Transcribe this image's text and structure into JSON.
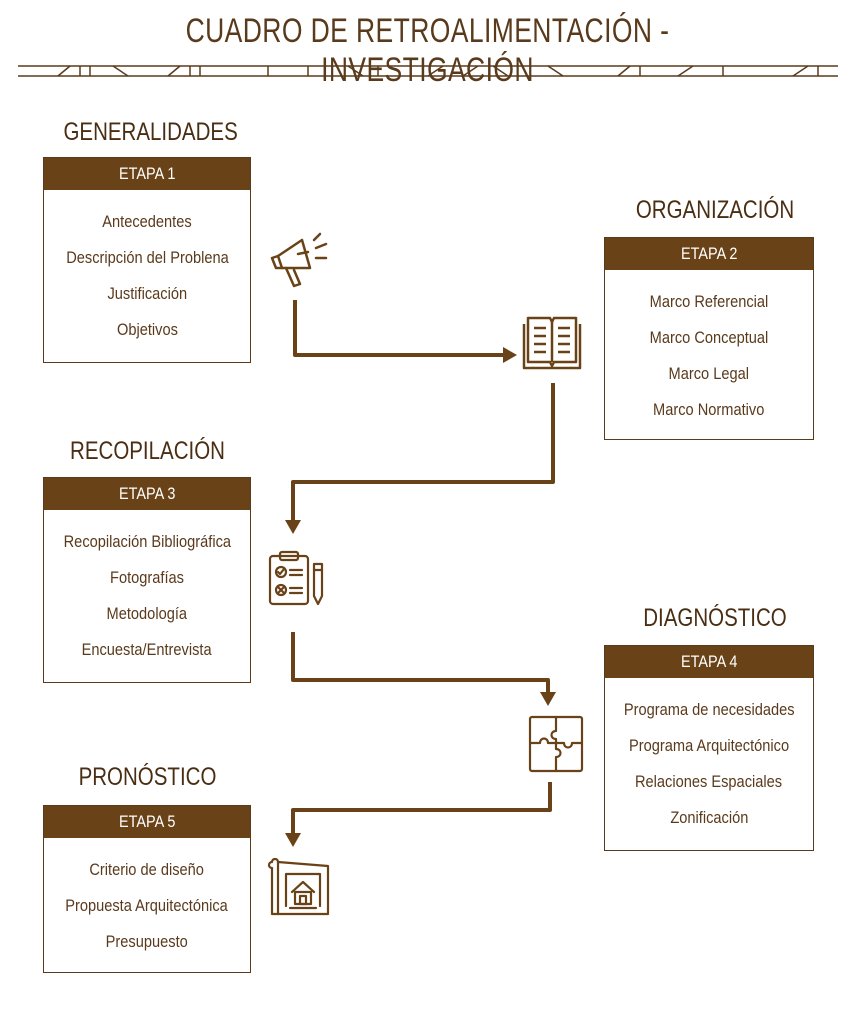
{
  "title": "CUADRO DE RETROALIMENTACIÓN - INVESTIGACIÓN",
  "sections": [
    {
      "label": "GENERALIDADES",
      "stage": "ETAPA 1",
      "items": [
        "Antecedentes",
        "Descripción del Problena",
        "Justificación",
        "Objetivos"
      ]
    },
    {
      "label": "ORGANIZACIÓN",
      "stage": "ETAPA 2",
      "items": [
        "Marco Referencial",
        "Marco Conceptual",
        "Marco Legal",
        "Marco Normativo"
      ]
    },
    {
      "label": "RECOPILACIÓN",
      "stage": "ETAPA 3",
      "items": [
        "Recopilación Bibliográfica",
        "Fotografías",
        "Metodología",
        "Encuesta/Entrevista"
      ]
    },
    {
      "label": "DIAGNÓSTICO",
      "stage": "ETAPA 4",
      "items": [
        "Programa de necesidades",
        "Programa Arquitectónico",
        "Relaciones Espaciales",
        "Zonificación"
      ]
    },
    {
      "label": "PRONÓSTICO",
      "stage": "ETAPA 5",
      "items": [
        "Criterio de diseño",
        "Propuesta Arquitectónica",
        "Presupuesto"
      ]
    }
  ],
  "icons": [
    "megaphone-icon",
    "book-icon",
    "checklist-icon",
    "puzzle-icon",
    "blueprint-icon"
  ],
  "colors": {
    "primary": "#6a4217",
    "text": "#5a3a1c"
  }
}
